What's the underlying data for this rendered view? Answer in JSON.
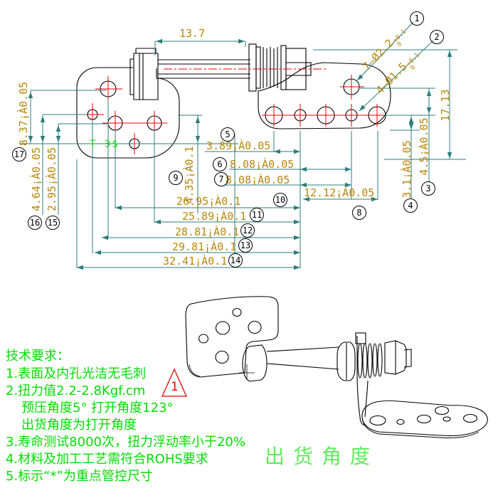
{
  "dims": {
    "thirteen_seven": "13.7",
    "seventeen_thirteen": "17.13",
    "c1_main": "7—Ø2.2",
    "c1_tol_top": "+0.1",
    "c1_tol_bot": "0",
    "c2_main": "4—Ø1.5",
    "c2_tol_top": "+0.1",
    "c2_tol_bot": "0",
    "c3": "4.5¡À0.05",
    "c4": "3.1¡À0.05",
    "c5": "3.89¡À0.05",
    "c6": "8.08¡À0.05",
    "c7": "8.08¡À0.05",
    "c8": "12.12¡À0.05",
    "c9": "4.35¡À0.1",
    "c10": "26.95¡À0.1",
    "c11": "25.89¡À0.1",
    "c12": "28.81¡À0.1",
    "c13": "29.81¡À0.1",
    "c14": "32.41¡À0.1",
    "c15": "2.95¡À0.05",
    "c16": "4.64¡À0.05",
    "c17": "8.37¡À0.05"
  },
  "nums": {
    "n1": "1",
    "n2": "2",
    "n3": "3",
    "n4": "4",
    "n5": "5",
    "n6": "6",
    "n7": "7",
    "n8": "8",
    "n9": "9",
    "n10": "10",
    "n11": "11",
    "n12": "12",
    "n13": "13",
    "n14": "14",
    "n15": "15",
    "n16": "16",
    "n17": "17"
  },
  "part_marking": "T Э$",
  "revision_flag": "1",
  "angle_label": "出货角度",
  "tech_notes": {
    "title": "技术要求：",
    "l1": "1.表面及内孔光洁无毛刺",
    "l2": "2.扭力值2.2-2.8Kgf.cm",
    "l3": "预压角度5°  打开角度123°",
    "l4": "出货角度为打开角度",
    "l5": "3.寿命测试8000次，扭力浮动率小于20%",
    "l6": "4.材料及加工工艺需符合ROHS要求",
    "l7": "5.标示“*”为重点管控尺寸"
  },
  "colors": {
    "dimension_lines": "#2d7d7d",
    "dimension_text": "#b8860b",
    "centerlines": "#ee0000",
    "notes_text": "#00dd00",
    "angle_text": "#5aee5a",
    "outlines": "#000000"
  }
}
